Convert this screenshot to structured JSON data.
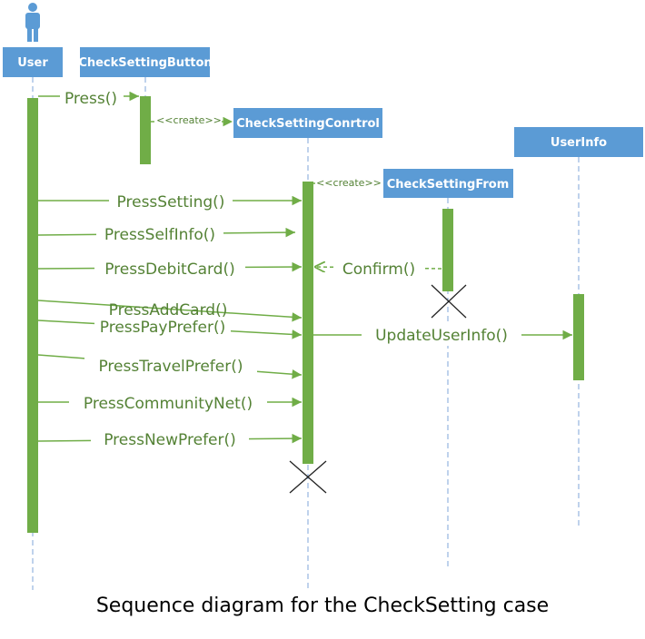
{
  "lifelines": {
    "user": "User",
    "button": "CheckSettingButton",
    "control": "CheckSettingConrtrol",
    "from": "CheckSettingFrom",
    "userinfo": "UserInfo"
  },
  "messages": {
    "press": "Press()",
    "create_control": "<<create>>",
    "create_from": "<<create>>",
    "press_setting": "PressSetting()",
    "press_self_info": "PressSelfInfo()",
    "press_debit_card": "PressDebitCard()",
    "confirm": "Confirm()",
    "press_add_card": "PressAddCard()",
    "press_pay_prefer": "PressPayPrefer()",
    "update_user_info": "UpdateUserInfo()",
    "press_travel_prefer": "PressTravelPrefer()",
    "press_community_net": "PressCommunityNet()",
    "press_new_prefer": "PressNewPrefer()"
  },
  "caption": "Sequence diagram for the CheckSetting case",
  "colors": {
    "lifeline_box": "#5b9bd5",
    "activation": "#70ad47",
    "message_text": "#548235"
  }
}
